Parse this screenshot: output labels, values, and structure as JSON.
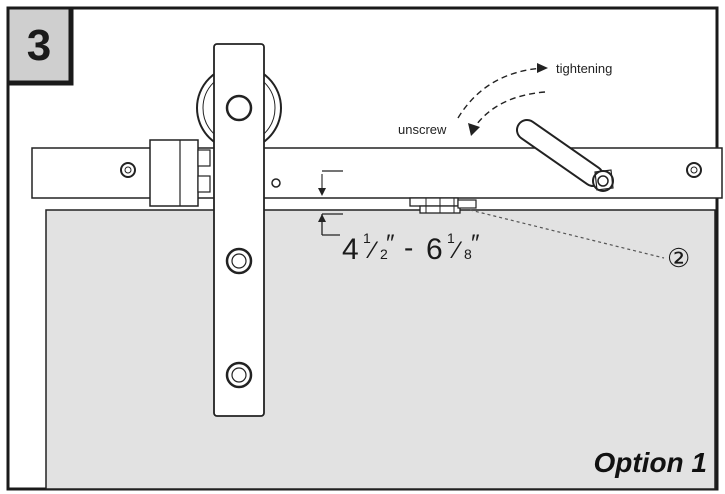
{
  "step": {
    "number": "3"
  },
  "labels": {
    "tightening": "tightening",
    "unscrew": "unscrew",
    "callout": "②",
    "option": "Option 1"
  },
  "dimension": {
    "whole_min": "4",
    "frac_min_num": "1",
    "frac_min_den": "2",
    "separator": "-",
    "whole_max": "6",
    "frac_max_num": "1",
    "frac_max_den": "8",
    "unit": "″"
  },
  "colors": {
    "frame": "#1a1a1a",
    "door": "#e2e2e2",
    "badge": "#cfcfcf",
    "line": "#333333"
  }
}
